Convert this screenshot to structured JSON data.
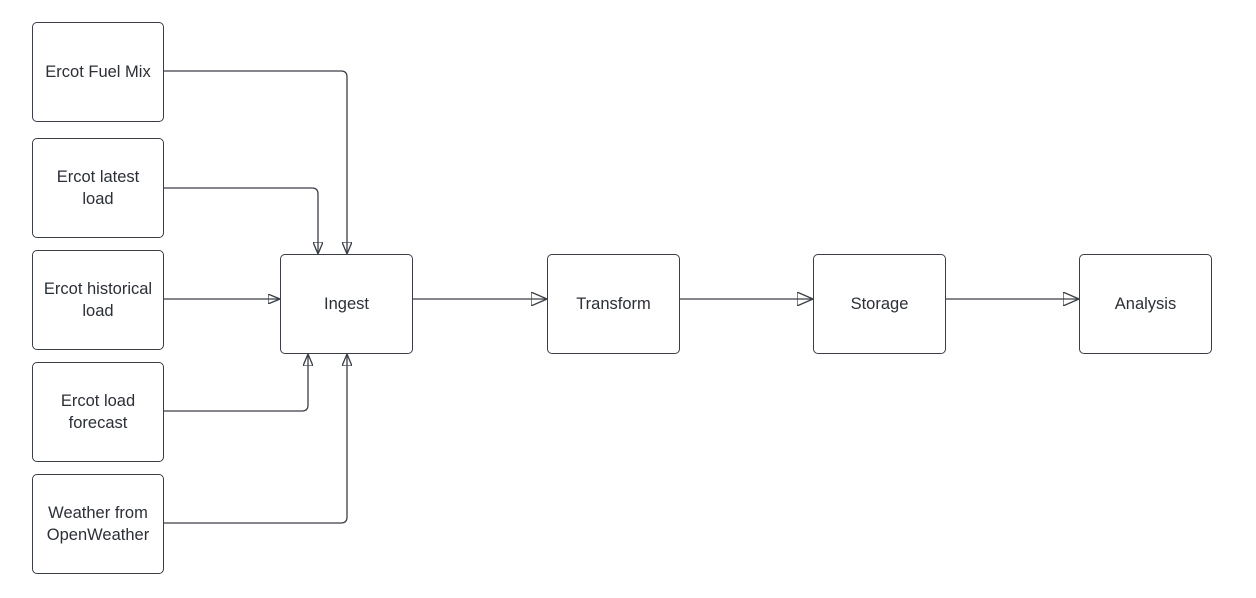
{
  "diagram": {
    "sources": [
      {
        "id": "fuel-mix",
        "label": "Ercot Fuel Mix"
      },
      {
        "id": "latest-load",
        "label": "Ercot latest\nload"
      },
      {
        "id": "historical-load",
        "label": "Ercot historical\nload"
      },
      {
        "id": "load-forecast",
        "label": "Ercot load\nforecast"
      },
      {
        "id": "weather",
        "label": "Weather from\nOpenWeather"
      }
    ],
    "pipeline": [
      {
        "id": "ingest",
        "label": "Ingest"
      },
      {
        "id": "transform",
        "label": "Transform"
      },
      {
        "id": "storage",
        "label": "Storage"
      },
      {
        "id": "analysis",
        "label": "Analysis"
      }
    ],
    "edges": [
      {
        "from": "fuel-mix",
        "to": "ingest"
      },
      {
        "from": "latest-load",
        "to": "ingest"
      },
      {
        "from": "historical-load",
        "to": "ingest"
      },
      {
        "from": "load-forecast",
        "to": "ingest"
      },
      {
        "from": "weather",
        "to": "ingest"
      },
      {
        "from": "ingest",
        "to": "transform"
      },
      {
        "from": "transform",
        "to": "storage"
      },
      {
        "from": "storage",
        "to": "analysis"
      }
    ]
  },
  "colors": {
    "stroke": "#3a3f47",
    "text": "#2b2f36",
    "background": "#ffffff"
  }
}
